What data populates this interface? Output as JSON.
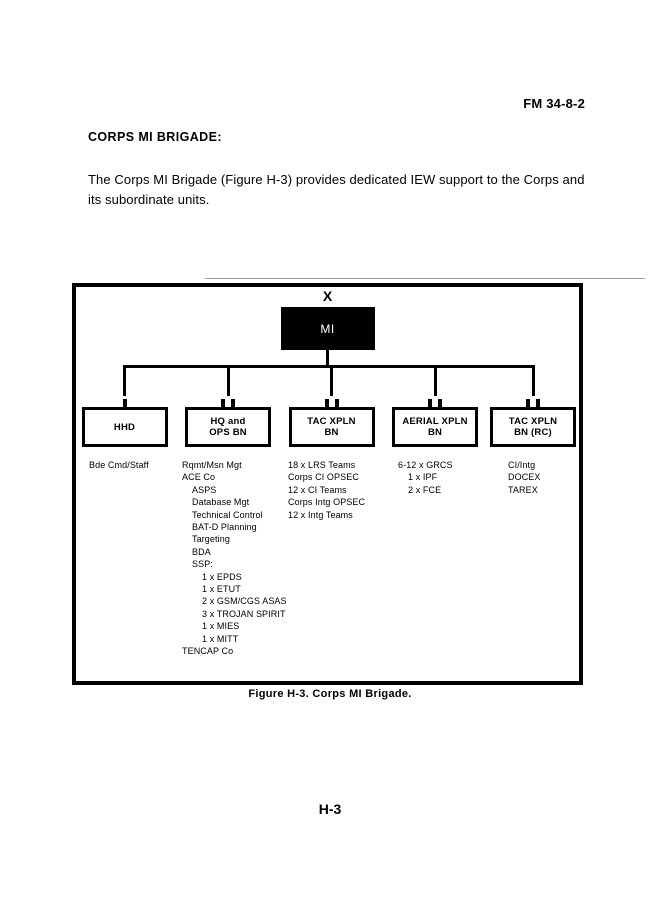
{
  "page": {
    "doc_number": "FM 34-8-2",
    "page_number": "H-3"
  },
  "section": {
    "title": "CORPS MI  BRIGADE:",
    "paragraph": "The Corps MI Brigade (Figure H-3) provides dedicated IEW support to the Corps and its subordinate units."
  },
  "figure": {
    "caption": "Figure H-3.  Corps MI Brigade.",
    "root": {
      "echelon_symbol": "X",
      "label": "MI"
    },
    "units": [
      {
        "label": "HHD",
        "ticks": 1,
        "details": [
          {
            "text": "Bde Cmd/Staff",
            "indent": 0
          }
        ]
      },
      {
        "label": "HQ and\nOPS BN",
        "ticks": 2,
        "details": [
          {
            "text": "Rqmt/Msn Mgt",
            "indent": 0
          },
          {
            "text": "ACE Co",
            "indent": 0
          },
          {
            "text": "ASPS",
            "indent": 1
          },
          {
            "text": "Database Mgt",
            "indent": 1
          },
          {
            "text": "Technical Control",
            "indent": 1
          },
          {
            "text": "BAT-D Planning",
            "indent": 1
          },
          {
            "text": "Targeting",
            "indent": 1
          },
          {
            "text": "BDA",
            "indent": 1
          },
          {
            "text": "SSP:",
            "indent": 1
          },
          {
            "text": "1 x EPDS",
            "indent": 2
          },
          {
            "text": "1 x ETUT",
            "indent": 2
          },
          {
            "text": "2 x GSM/CGS ASAS",
            "indent": 2
          },
          {
            "text": "3 x TROJAN SPIRIT",
            "indent": 2
          },
          {
            "text": "1 x MIES",
            "indent": 2
          },
          {
            "text": "1 x MITT",
            "indent": 2
          },
          {
            "text": "TENCAP Co",
            "indent": 0
          }
        ]
      },
      {
        "label": "TAC XPLN\nBN",
        "ticks": 2,
        "details": [
          {
            "text": "18 x LRS Teams",
            "indent": 0
          },
          {
            "text": "Corps CI OPSEC",
            "indent": 0
          },
          {
            "text": "12 x CI Teams",
            "indent": 0
          },
          {
            "text": "Corps Intg OPSEC",
            "indent": 0
          },
          {
            "text": "12 x Intg Teams",
            "indent": 0
          }
        ]
      },
      {
        "label": "AERIAL XPLN\nBN",
        "ticks": 2,
        "details": [
          {
            "text": "6-12 x GRCS",
            "indent": 0
          },
          {
            "text": "1 x IPF",
            "indent": 1
          },
          {
            "text": "2 x FCE",
            "indent": 1
          }
        ]
      },
      {
        "label": "TAC XPLN\nBN (RC)",
        "ticks": 2,
        "details": [
          {
            "text": "CI/Intg",
            "indent": 0
          },
          {
            "text": "DOCEX",
            "indent": 0
          },
          {
            "text": "TAREX",
            "indent": 0
          }
        ]
      }
    ]
  }
}
